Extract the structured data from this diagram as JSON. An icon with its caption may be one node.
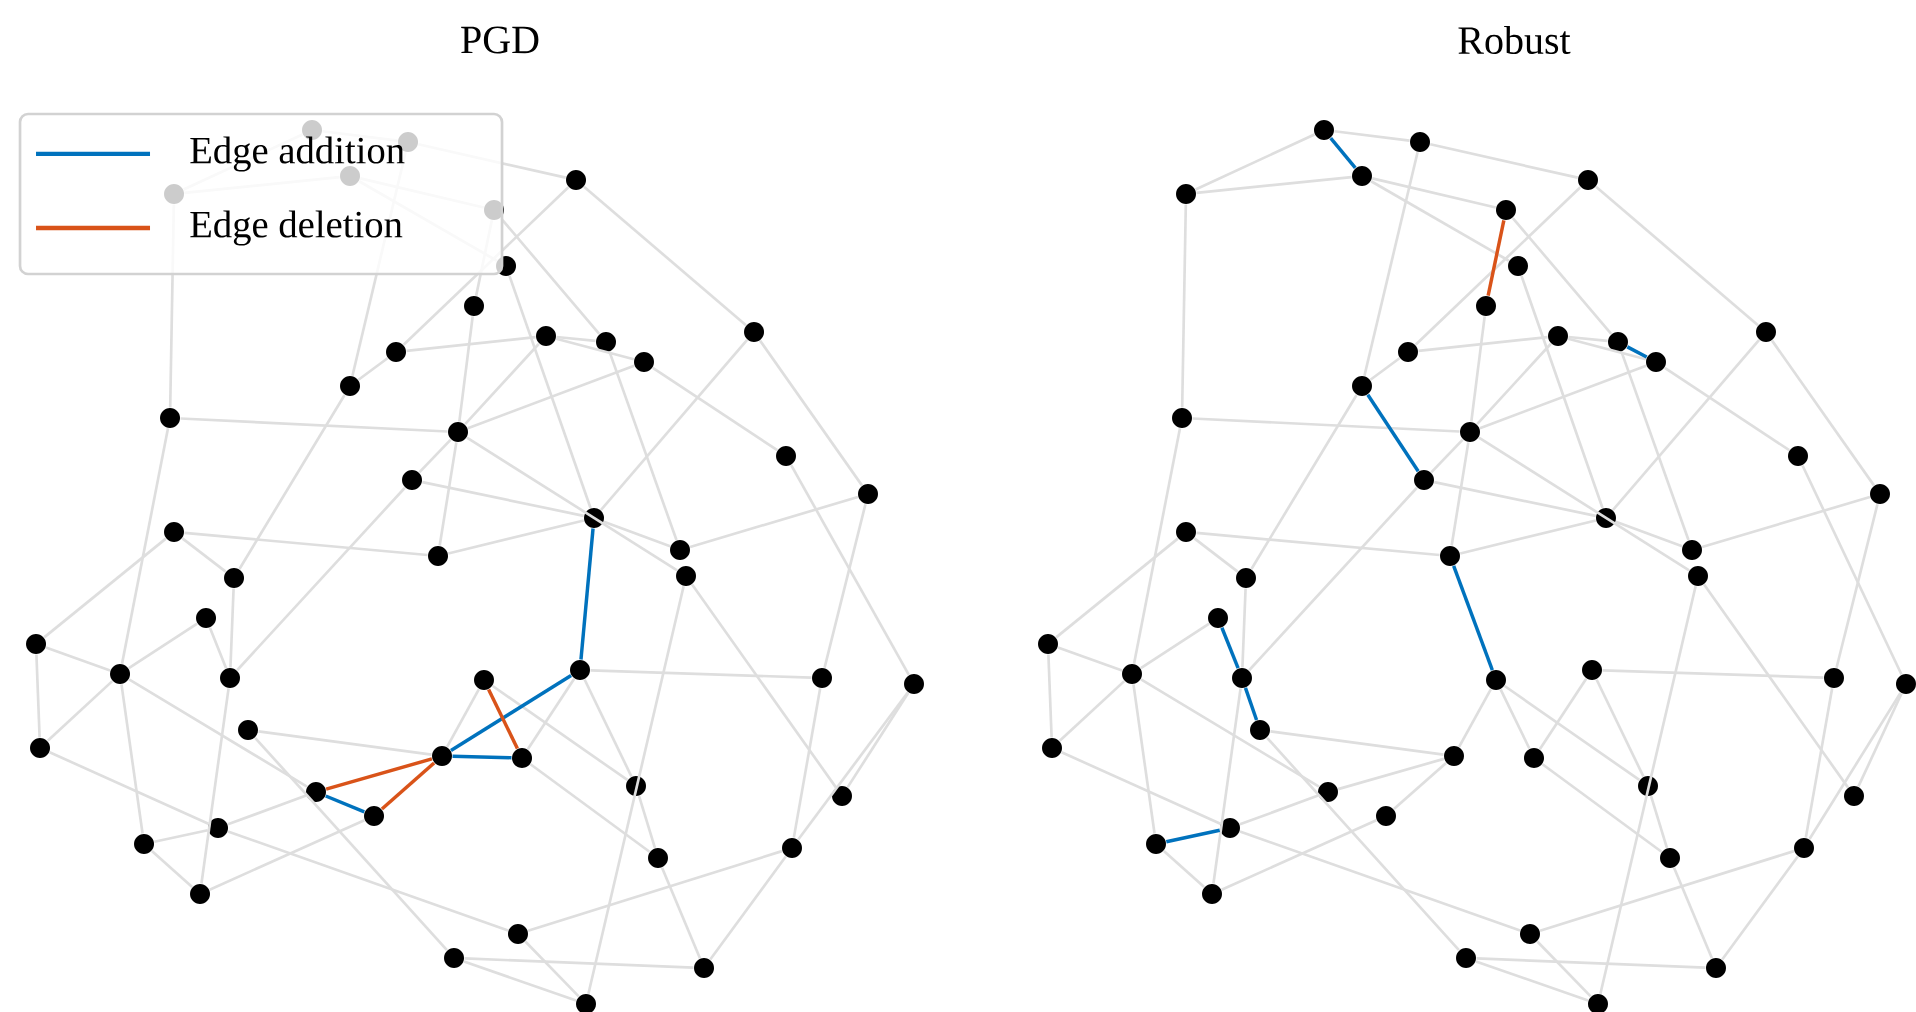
{
  "diagram": {
    "nodes": [
      {
        "text": [],
        "shape": "circle"
      },
      {
        "text": [],
        "shape": "circle"
      },
      {
        "text": [],
        "shape": "circle"
      },
      {
        "text": [],
        "shape": "circle"
      },
      {
        "text": [],
        "shape": "circle"
      },
      {
        "text": [],
        "shape": "circle"
      },
      {
        "text": [],
        "shape": "circle"
      },
      {
        "text": [],
        "shape": "circle"
      },
      {
        "text": [],
        "shape": "circle"
      },
      {
        "text": [],
        "shape": "circle"
      },
      {
        "text": [],
        "shape": "circle"
      },
      {
        "text": [],
        "shape": "circle"
      },
      {
        "text": [],
        "shape": "circle"
      },
      {
        "text": [],
        "shape": "circle"
      },
      {
        "text": [],
        "shape": "circle"
      },
      {
        "text": [],
        "shape": "circle"
      },
      {
        "text": [],
        "shape": "circle"
      },
      {
        "text": [],
        "shape": "circle"
      },
      {
        "text": [],
        "shape": "circle"
      },
      {
        "text": [],
        "shape": "circle"
      },
      {
        "text": [],
        "shape": "circle"
      },
      {
        "text": [],
        "shape": "circle"
      },
      {
        "text": [],
        "shape": "circle"
      },
      {
        "text": [],
        "shape": "circle"
      },
      {
        "text": [],
        "shape": "circle"
      },
      {
        "text": [],
        "shape": "circle"
      },
      {
        "text": [],
        "shape": "circle"
      },
      {
        "text": [],
        "shape": "circle"
      },
      {
        "text": [],
        "shape": "circle"
      },
      {
        "text": [],
        "shape": "circle"
      },
      {
        "text": [],
        "shape": "circle"
      },
      {
        "text": [],
        "shape": "circle"
      },
      {
        "text": [],
        "shape": "circle"
      },
      {
        "text": [],
        "shape": "circle"
      },
      {
        "text": [],
        "shape": "circle"
      },
      {
        "text": [],
        "shape": "circle"
      },
      {
        "text": [],
        "shape": "circle"
      },
      {
        "text": [],
        "shape": "circle"
      },
      {
        "text": [],
        "shape": "circle"
      },
      {
        "text": [],
        "shape": "circle"
      },
      {
        "text": [],
        "shape": "circle"
      },
      {
        "text": [],
        "shape": "circle"
      },
      {
        "text": [],
        "shape": "circle"
      },
      {
        "text": [],
        "shape": "circle"
      },
      {
        "text": [],
        "shape": "circle"
      },
      {
        "text": [],
        "shape": "circle"
      },
      {
        "text": [],
        "shape": "circle"
      },
      {
        "text": [],
        "shape": "circle"
      },
      {
        "text": [],
        "shape": "circle"
      },
      {
        "text": [],
        "shape": "circle"
      },
      {
        "text": [],
        "shape": "circle"
      },
      {
        "text": [],
        "shape": "circle"
      },
      {
        "text": [],
        "shape": "circle"
      },
      {
        "text": [],
        "shape": "circle"
      },
      {
        "text": [],
        "shape": "circle"
      },
      {
        "text": [],
        "shape": "circle"
      },
      {
        "text": [],
        "shape": "circle"
      },
      {
        "text": [],
        "shape": "circle"
      },
      {
        "text": [],
        "shape": "circle"
      },
      {
        "text": [],
        "shape": "circle"
      },
      {
        "text": [],
        "shape": "circle"
      },
      {
        "text": [],
        "shape": "circle"
      },
      {
        "text": [],
        "shape": "circle"
      },
      {
        "text": [],
        "shape": "circle"
      },
      {
        "text": [],
        "shape": "circle"
      },
      {
        "text": [],
        "shape": "circle"
      },
      {
        "text": [],
        "shape": "circle"
      },
      {
        "text": [],
        "shape": "circle"
      },
      {
        "text": [],
        "shape": "circle"
      },
      {
        "text": [],
        "shape": "circle"
      },
      {
        "text": [],
        "shape": "circle"
      },
      {
        "text": [],
        "shape": "circle"
      },
      {
        "text": [],
        "shape": "circle"
      },
      {
        "text": [],
        "shape": "circle"
      },
      {
        "text": [],
        "shape": "circle"
      },
      {
        "text": [],
        "shape": "circle"
      },
      {
        "text": [],
        "shape": "circle"
      },
      {
        "text": [],
        "shape": "circle"
      },
      {
        "text": [],
        "shape": "circle"
      },
      {
        "text": [],
        "shape": "circle"
      },
      {
        "text": [],
        "shape": "circle"
      },
      {
        "text": [],
        "shape": "circle"
      },
      {
        "text": [],
        "shape": "circle"
      },
      {
        "text": [],
        "shape": "circle"
      },
      {
        "text": [],
        "shape": "circle"
      },
      {
        "text": [],
        "shape": "circle"
      },
      {
        "text": [],
        "shape": "circle"
      },
      {
        "text": [],
        "shape": "circle"
      },
      {
        "text": [],
        "shape": "circle"
      },
      {
        "text": [],
        "shape": "circle"
      },
      {
        "text": [],
        "shape": "circle"
      },
      {
        "text": [],
        "shape": "circle"
      },
      {
        "text": [],
        "shape": "circle"
      },
      {
        "text": [],
        "shape": "circle"
      },
      {
        "text": [],
        "shape": "circle"
      },
      {
        "text": [],
        "shape": "circle"
      },
      {
        "text": [],
        "shape": "circle"
      },
      {
        "text": [],
        "shape": "circle"
      },
      {
        "text": [],
        "shape": "circle"
      },
      {
        "text": [],
        "shape": "circle"
      }
    ],
    "edges": [
      {
        "from": 0,
        "to": 1,
        "arrow": "none"
      },
      {
        "from": 0,
        "to": 4,
        "arrow": "none"
      },
      {
        "from": 2,
        "to": 4,
        "arrow": "none"
      },
      {
        "from": 1,
        "to": 3,
        "arrow": "none"
      },
      {
        "from": 1,
        "to": 13,
        "arrow": "none"
      },
      {
        "from": 2,
        "to": 5,
        "arrow": "none"
      },
      {
        "from": 2,
        "to": 6,
        "arrow": "none"
      },
      {
        "from": 3,
        "to": 8,
        "arrow": "none"
      },
      {
        "from": 3,
        "to": 11,
        "arrow": "none"
      },
      {
        "from": 5,
        "to": 10,
        "arrow": "none"
      },
      {
        "from": 6,
        "to": 19,
        "arrow": "none"
      },
      {
        "from": 7,
        "to": 15,
        "arrow": "none"
      },
      {
        "from": 9,
        "to": 10,
        "arrow": "none"
      },
      {
        "from": 9,
        "to": 11,
        "arrow": "none"
      },
      {
        "from": 9,
        "to": 15,
        "arrow": "none"
      },
      {
        "from": 9,
        "to": 12,
        "arrow": "none"
      },
      {
        "from": 12,
        "to": 15,
        "arrow": "none"
      },
      {
        "from": 10,
        "to": 21,
        "arrow": "none"
      },
      {
        "from": 8,
        "to": 18,
        "arrow": "none"
      },
      {
        "from": 8,
        "to": 19,
        "arrow": "none"
      },
      {
        "from": 12,
        "to": 16,
        "arrow": "none"
      },
      {
        "from": 16,
        "to": 32,
        "arrow": "none"
      },
      {
        "from": 18,
        "to": 30,
        "arrow": "none"
      },
      {
        "from": 18,
        "to": 21,
        "arrow": "none"
      },
      {
        "from": 11,
        "to": 13,
        "arrow": "none"
      },
      {
        "from": 13,
        "to": 24,
        "arrow": "none"
      },
      {
        "from": 14,
        "to": 15,
        "arrow": "none"
      },
      {
        "from": 4,
        "to": 14,
        "arrow": "none"
      },
      {
        "from": 14,
        "to": 28,
        "arrow": "none"
      },
      {
        "from": 15,
        "to": 17,
        "arrow": "none"
      },
      {
        "from": 17,
        "to": 29,
        "arrow": "none"
      },
      {
        "from": 17,
        "to": 19,
        "arrow": "none"
      },
      {
        "from": 19,
        "to": 21,
        "arrow": "none"
      },
      {
        "from": 20,
        "to": 22,
        "arrow": "none"
      },
      {
        "from": 20,
        "to": 24,
        "arrow": "none"
      },
      {
        "from": 20,
        "to": 26,
        "arrow": "none"
      },
      {
        "from": 19,
        "to": 22,
        "arrow": "none"
      },
      {
        "from": 15,
        "to": 22,
        "arrow": "none"
      },
      {
        "from": 15,
        "to": 23,
        "arrow": "none"
      },
      {
        "from": 23,
        "to": 49,
        "arrow": "none"
      },
      {
        "from": 23,
        "to": 39,
        "arrow": "none"
      },
      {
        "from": 24,
        "to": 29,
        "arrow": "none"
      },
      {
        "from": 25,
        "to": 28,
        "arrow": "none"
      },
      {
        "from": 29,
        "to": 45,
        "arrow": "none"
      },
      {
        "from": 26,
        "to": 28,
        "arrow": "none"
      },
      {
        "from": 26,
        "to": 34,
        "arrow": "none"
      },
      {
        "from": 28,
        "to": 34,
        "arrow": "none"
      },
      {
        "from": 28,
        "to": 42,
        "arrow": "none"
      },
      {
        "from": 28,
        "to": 38,
        "arrow": "none"
      },
      {
        "from": 33,
        "to": 35,
        "arrow": "none"
      },
      {
        "from": 33,
        "to": 47,
        "arrow": "none"
      },
      {
        "from": 34,
        "to": 41,
        "arrow": "none"
      },
      {
        "from": 41,
        "to": 46,
        "arrow": "none"
      },
      {
        "from": 41,
        "to": 38,
        "arrow": "none"
      },
      {
        "from": 42,
        "to": 45,
        "arrow": "none"
      },
      {
        "from": 45,
        "to": 40,
        "arrow": "none"
      },
      {
        "from": 31,
        "to": 35,
        "arrow": "none"
      },
      {
        "from": 31,
        "to": 37,
        "arrow": "none"
      },
      {
        "from": 27,
        "to": 36,
        "arrow": "none"
      },
      {
        "from": 27,
        "to": 30,
        "arrow": "none"
      },
      {
        "from": 27,
        "to": 37,
        "arrow": "none"
      },
      {
        "from": 37,
        "to": 44,
        "arrow": "none"
      },
      {
        "from": 44,
        "to": 48,
        "arrow": "none"
      },
      {
        "from": 36,
        "to": 44,
        "arrow": "none"
      },
      {
        "from": 30,
        "to": 43,
        "arrow": "none"
      },
      {
        "from": 32,
        "to": 39,
        "arrow": "none"
      },
      {
        "from": 32,
        "to": 43,
        "arrow": "none"
      },
      {
        "from": 43,
        "to": 46,
        "arrow": "none"
      },
      {
        "from": 43,
        "to": 48,
        "arrow": "none"
      },
      {
        "from": 46,
        "to": 49,
        "arrow": "none"
      },
      {
        "from": 47,
        "to": 48,
        "arrow": "none"
      },
      {
        "from": 47,
        "to": 49,
        "arrow": "none"
      },
      {
        "from": 5,
        "to": 7,
        "arrow": "none"
      },
      {
        "from": 25,
        "to": 29,
        "arrow": "none"
      },
      {
        "from": 41,
        "to": 42,
        "arrow": "none"
      },
      {
        "from": 19,
        "to": 27,
        "arrow": "none",
        "color": "#0072bd"
      },
      {
        "from": 27,
        "to": 35,
        "arrow": "none",
        "color": "#0072bd"
      },
      {
        "from": 35,
        "to": 36,
        "arrow": "none",
        "color": "#0072bd"
      },
      {
        "from": 38,
        "to": 40,
        "arrow": "none",
        "color": "#0072bd"
      },
      {
        "from": 31,
        "to": 36,
        "arrow": "none",
        "color": "#d95319"
      },
      {
        "from": 35,
        "to": 38,
        "arrow": "none",
        "color": "#d95319"
      },
      {
        "from": 35,
        "to": 40,
        "arrow": "none",
        "color": "#d95319"
      },
      {
        "from": 50,
        "to": 51,
        "arrow": "none"
      },
      {
        "from": 50,
        "to": 54,
        "arrow": "none"
      },
      {
        "from": 52,
        "to": 54,
        "arrow": "none"
      },
      {
        "from": 51,
        "to": 53,
        "arrow": "none"
      },
      {
        "from": 51,
        "to": 63,
        "arrow": "none"
      },
      {
        "from": 52,
        "to": 55,
        "arrow": "none"
      },
      {
        "from": 52,
        "to": 56,
        "arrow": "none"
      },
      {
        "from": 53,
        "to": 58,
        "arrow": "none"
      },
      {
        "from": 53,
        "to": 61,
        "arrow": "none"
      },
      {
        "from": 55,
        "to": 60,
        "arrow": "none"
      },
      {
        "from": 56,
        "to": 69,
        "arrow": "none"
      },
      {
        "from": 57,
        "to": 65,
        "arrow": "none"
      },
      {
        "from": 59,
        "to": 60,
        "arrow": "none"
      },
      {
        "from": 59,
        "to": 61,
        "arrow": "none"
      },
      {
        "from": 59,
        "to": 65,
        "arrow": "none"
      },
      {
        "from": 59,
        "to": 62,
        "arrow": "none"
      },
      {
        "from": 62,
        "to": 65,
        "arrow": "none"
      },
      {
        "from": 60,
        "to": 71,
        "arrow": "none"
      },
      {
        "from": 58,
        "to": 68,
        "arrow": "none"
      },
      {
        "from": 58,
        "to": 69,
        "arrow": "none"
      },
      {
        "from": 62,
        "to": 66,
        "arrow": "none"
      },
      {
        "from": 66,
        "to": 82,
        "arrow": "none"
      },
      {
        "from": 68,
        "to": 80,
        "arrow": "none"
      },
      {
        "from": 68,
        "to": 71,
        "arrow": "none"
      },
      {
        "from": 61,
        "to": 63,
        "arrow": "none"
      },
      {
        "from": 63,
        "to": 74,
        "arrow": "none"
      },
      {
        "from": 64,
        "to": 65,
        "arrow": "none"
      },
      {
        "from": 54,
        "to": 64,
        "arrow": "none"
      },
      {
        "from": 64,
        "to": 78,
        "arrow": "none"
      },
      {
        "from": 65,
        "to": 67,
        "arrow": "none"
      },
      {
        "from": 67,
        "to": 79,
        "arrow": "none"
      },
      {
        "from": 67,
        "to": 69,
        "arrow": "none"
      },
      {
        "from": 69,
        "to": 71,
        "arrow": "none"
      },
      {
        "from": 70,
        "to": 72,
        "arrow": "none"
      },
      {
        "from": 70,
        "to": 74,
        "arrow": "none"
      },
      {
        "from": 70,
        "to": 76,
        "arrow": "none"
      },
      {
        "from": 69,
        "to": 72,
        "arrow": "none"
      },
      {
        "from": 65,
        "to": 72,
        "arrow": "none"
      },
      {
        "from": 65,
        "to": 73,
        "arrow": "none"
      },
      {
        "from": 73,
        "to": 99,
        "arrow": "none"
      },
      {
        "from": 73,
        "to": 89,
        "arrow": "none"
      },
      {
        "from": 74,
        "to": 79,
        "arrow": "none"
      },
      {
        "from": 75,
        "to": 78,
        "arrow": "none"
      },
      {
        "from": 79,
        "to": 95,
        "arrow": "none"
      },
      {
        "from": 76,
        "to": 78,
        "arrow": "none"
      },
      {
        "from": 76,
        "to": 84,
        "arrow": "none"
      },
      {
        "from": 78,
        "to": 84,
        "arrow": "none"
      },
      {
        "from": 78,
        "to": 92,
        "arrow": "none"
      },
      {
        "from": 78,
        "to": 88,
        "arrow": "none"
      },
      {
        "from": 83,
        "to": 85,
        "arrow": "none"
      },
      {
        "from": 83,
        "to": 97,
        "arrow": "none"
      },
      {
        "from": 84,
        "to": 91,
        "arrow": "none"
      },
      {
        "from": 91,
        "to": 96,
        "arrow": "none"
      },
      {
        "from": 91,
        "to": 88,
        "arrow": "none"
      },
      {
        "from": 92,
        "to": 95,
        "arrow": "none"
      },
      {
        "from": 95,
        "to": 90,
        "arrow": "none"
      },
      {
        "from": 81,
        "to": 85,
        "arrow": "none"
      },
      {
        "from": 81,
        "to": 87,
        "arrow": "none"
      },
      {
        "from": 77,
        "to": 86,
        "arrow": "none"
      },
      {
        "from": 77,
        "to": 80,
        "arrow": "none"
      },
      {
        "from": 77,
        "to": 87,
        "arrow": "none"
      },
      {
        "from": 87,
        "to": 94,
        "arrow": "none"
      },
      {
        "from": 94,
        "to": 98,
        "arrow": "none"
      },
      {
        "from": 86,
        "to": 94,
        "arrow": "none"
      },
      {
        "from": 80,
        "to": 93,
        "arrow": "none"
      },
      {
        "from": 82,
        "to": 89,
        "arrow": "none"
      },
      {
        "from": 82,
        "to": 93,
        "arrow": "none"
      },
      {
        "from": 93,
        "to": 96,
        "arrow": "none"
      },
      {
        "from": 93,
        "to": 98,
        "arrow": "none"
      },
      {
        "from": 96,
        "to": 99,
        "arrow": "none"
      },
      {
        "from": 97,
        "to": 98,
        "arrow": "none"
      },
      {
        "from": 97,
        "to": 99,
        "arrow": "none"
      },
      {
        "from": 81,
        "to": 86,
        "arrow": "none"
      },
      {
        "from": 85,
        "to": 88,
        "arrow": "none"
      },
      {
        "from": 85,
        "to": 90,
        "arrow": "none"
      },
      {
        "from": 50,
        "to": 52,
        "arrow": "none",
        "color": "#0072bd"
      },
      {
        "from": 60,
        "to": 62,
        "arrow": "none",
        "color": "#0072bd"
      },
      {
        "from": 63,
        "to": 67,
        "arrow": "none",
        "color": "#0072bd"
      },
      {
        "from": 72,
        "to": 81,
        "arrow": "none",
        "color": "#0072bd"
      },
      {
        "from": 75,
        "to": 79,
        "arrow": "none",
        "color": "#0072bd"
      },
      {
        "from": 79,
        "to": 83,
        "arrow": "none",
        "color": "#0072bd"
      },
      {
        "from": 91,
        "to": 92,
        "arrow": "none",
        "color": "#0072bd"
      },
      {
        "from": 55,
        "to": 57,
        "arrow": "none",
        "color": "#d95319"
      }
    ],
    "labels": [
      "PGD",
      "Robust"
    ],
    "legend": [
      {
        "text": "Edge addition"
      },
      {
        "text": "Edge deletion"
      }
    ]
  }
}
